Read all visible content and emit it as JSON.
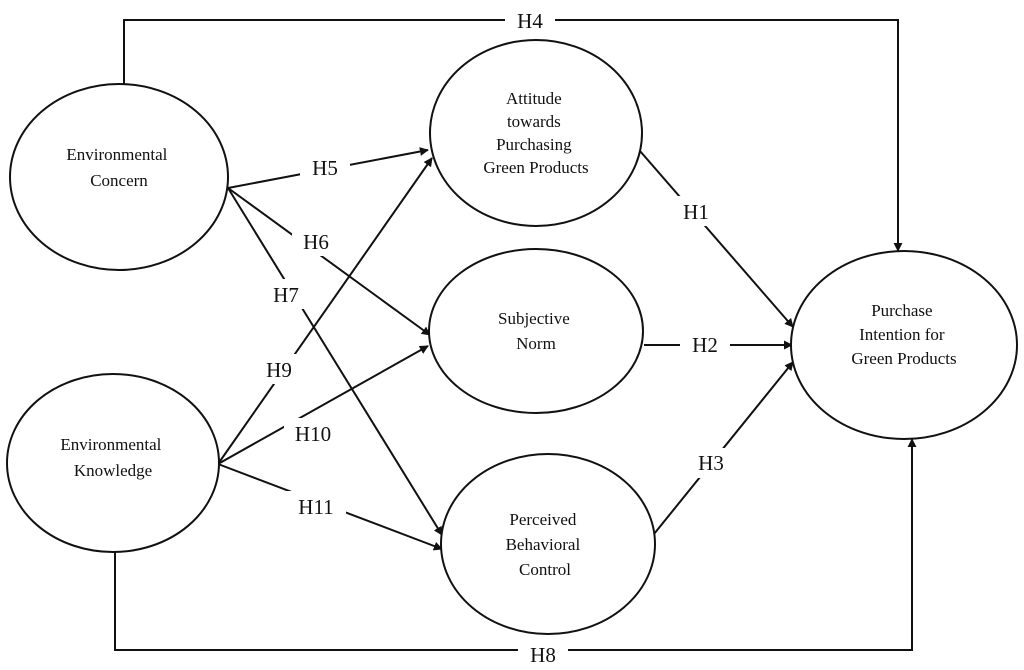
{
  "nodes": {
    "environmental_concern": [
      "Environmental",
      "Concern"
    ],
    "environmental_knowledge": [
      "Environmental",
      "Knowledge"
    ],
    "attitude": [
      "Attitude",
      "towards",
      "Purchasing",
      "Green Products"
    ],
    "subjective_norm": [
      "Subjective",
      "Norm"
    ],
    "perceived_behavioral_control": [
      "Perceived",
      "Behavioral",
      "Control"
    ],
    "purchase_intention": [
      "Purchase",
      "Intention for",
      "Green Products"
    ]
  },
  "hypotheses": {
    "h1": "H1",
    "h2": "H2",
    "h3": "H3",
    "h4": "H4",
    "h5": "H5",
    "h6": "H6",
    "h7": "H7",
    "h8": "H8",
    "h9": "H9",
    "h10": "H10",
    "h11": "H11"
  }
}
